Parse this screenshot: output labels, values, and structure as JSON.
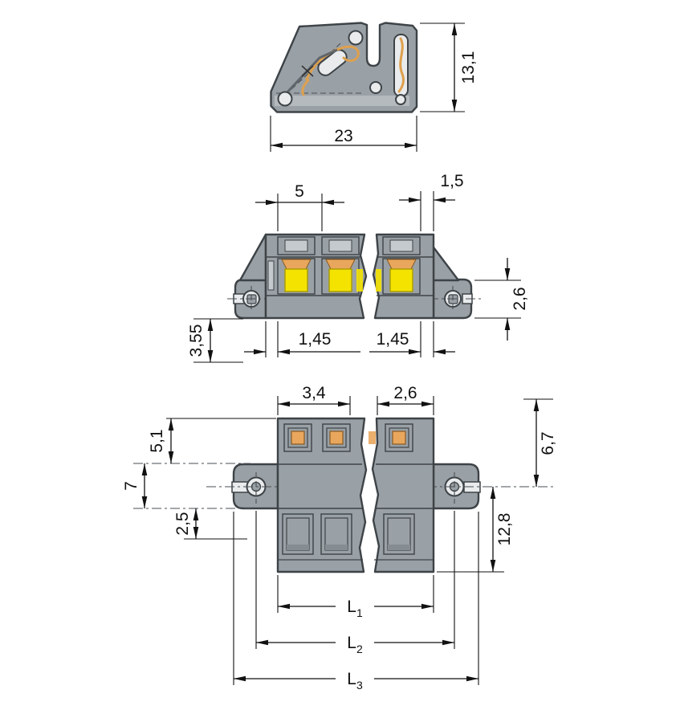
{
  "drawing": {
    "side_view": {
      "width": "23",
      "height": "13,1"
    },
    "front_view": {
      "pitch": "5",
      "wall": "1,5",
      "offset_left": "1,45",
      "offset_right": "1,45",
      "flange_height": "2,6",
      "lower_height": "3,55"
    },
    "bottom_view": {
      "width_left": "3,4",
      "width_right": "2,6",
      "upper_height": "5,1",
      "flange_width": "7",
      "lower_offset": "2,5",
      "upper_span": "6,7",
      "lower_span": "12,8",
      "l1_main": "L",
      "l1_sub": "1",
      "l2_main": "L",
      "l2_sub": "2",
      "l3_main": "L",
      "l3_sub": "3"
    },
    "colors": {
      "body": "#9aa1a6",
      "body_shade": "#878e93",
      "body_light": "#c6cbcf",
      "outline": "#3d4347",
      "contact_yellow": "#f4e300",
      "contact_orange": "#e9a75e",
      "spring_orange": "#dfa04e",
      "dimension": "#111111"
    }
  }
}
